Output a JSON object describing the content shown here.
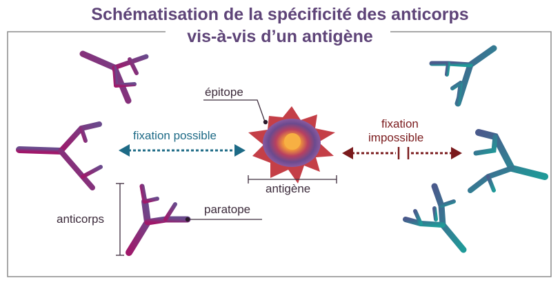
{
  "title": {
    "line1": "Schématisation de la spécificité des anticorps",
    "line2": "vis-à-vis d’un antigène"
  },
  "labels": {
    "epitope": "épitope",
    "antigene": "antigène",
    "anticorps": "anticorps",
    "paratope": "paratope",
    "fixation_possible": "fixation possible",
    "fixation_impossible_line1": "fixation",
    "fixation_impossible_line2": "impossible"
  },
  "colors": {
    "title": "#5e4478",
    "frame": "#8a8a8a",
    "possible_arrow": "#1d6a86",
    "impossible_arrow": "#7a1a1c",
    "compatible_antibody": "#8c1e6e",
    "incompatible_antibody": "#2a8f8c",
    "antigen_outer": "#c04048",
    "antigen_core": "#f6a540"
  }
}
